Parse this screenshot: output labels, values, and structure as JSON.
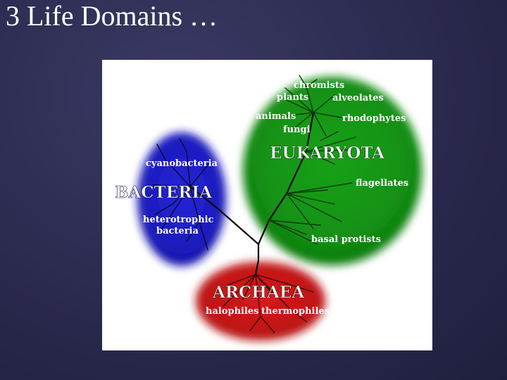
{
  "slide": {
    "title": "3 Life Domains …"
  },
  "diagram": {
    "domains": {
      "eukaryota": {
        "name": "EUKARYOTA",
        "color": "#169a16",
        "groups": [
          "chromists",
          "plants",
          "alveolates",
          "animals",
          "rhodophytes",
          "fungi",
          "flagellates",
          "basal protists"
        ]
      },
      "bacteria": {
        "name": "BACTERIA",
        "color": "#1f1fc8",
        "groups": [
          "cyanobacteria",
          "heterotrophic",
          "bacteria"
        ]
      },
      "archaea": {
        "name": "ARCHAEA",
        "color": "#c41616",
        "groups": [
          "halophiles",
          "thermophiles"
        ]
      }
    }
  }
}
